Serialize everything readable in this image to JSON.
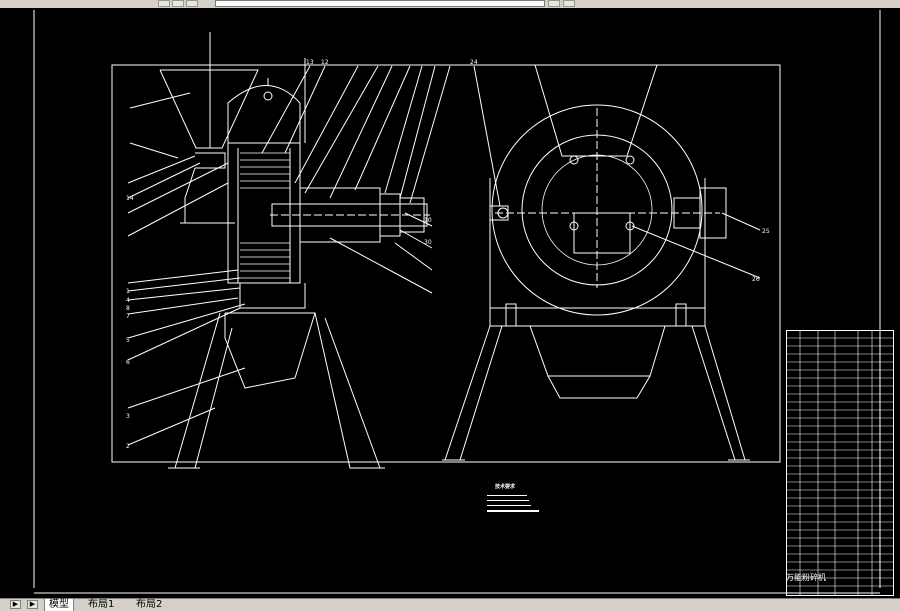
{
  "app": {
    "toolbar": {
      "field_text": "",
      "buttons": [
        "zoom-icon",
        "pan-icon",
        "properties-icon"
      ]
    }
  },
  "drawing": {
    "technical_requirements_title": "技术要求",
    "technical_requirements": [
      "",
      "",
      "",
      ""
    ],
    "title_block_name": "万能粉碎机",
    "left_labels": [
      "1",
      "2",
      "3",
      "4",
      "5",
      "6",
      "7",
      "8",
      "14"
    ],
    "top_labels": [
      "13",
      "12",
      "24"
    ],
    "right_labels": [
      "25",
      "26"
    ],
    "callouts": [
      "10",
      "30"
    ],
    "colors": {
      "background": "#000000",
      "lines": "#ffffff",
      "ui_gray": "#d4d0c8"
    }
  },
  "tabs": {
    "items": [
      {
        "label": "模型",
        "active": true
      },
      {
        "label": "布局1",
        "active": false
      },
      {
        "label": "布局2",
        "active": false
      }
    ]
  }
}
